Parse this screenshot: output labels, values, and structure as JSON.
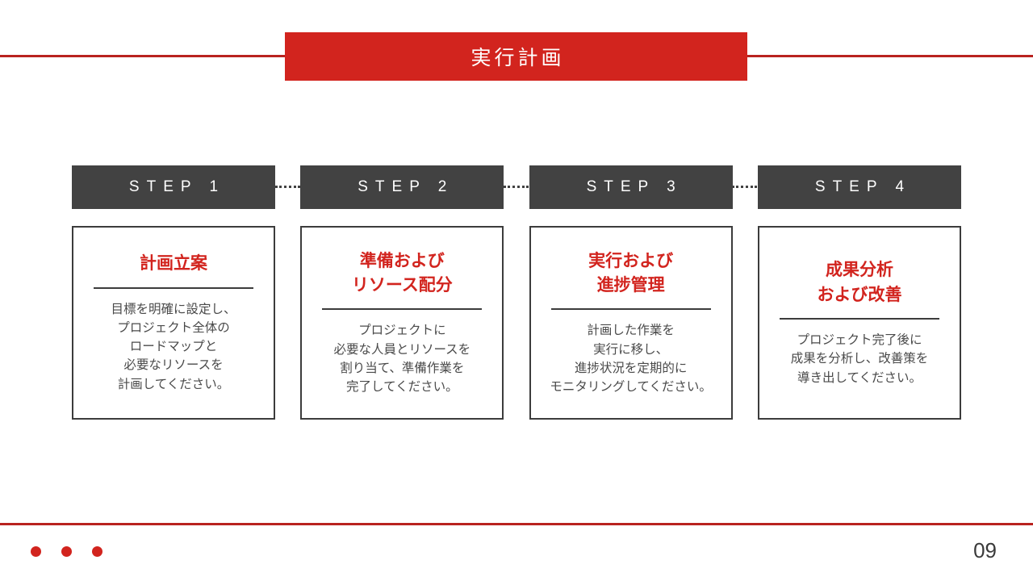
{
  "slide": {
    "title": "実行計画",
    "page_number": "09"
  },
  "colors": {
    "accent_red": "#d2241e",
    "rule_red": "#b9231f",
    "step_header_bg": "#424242",
    "card_border": "#3c3c3c",
    "body_text": "#4a4a4a"
  },
  "steps": [
    {
      "label": "STEP 1",
      "title_lines": [
        "計画立案"
      ],
      "body_lines": [
        "目標を明確に設定し、",
        "プロジェクト全体の",
        "ロードマップと",
        "必要なリソースを",
        "計画してください。"
      ]
    },
    {
      "label": "STEP 2",
      "title_lines": [
        "準備および",
        "リソース配分"
      ],
      "body_lines": [
        "プロジェクトに",
        "必要な人員とリソースを",
        "割り当て、準備作業を",
        "完了してください。"
      ]
    },
    {
      "label": "STEP 3",
      "title_lines": [
        "実行および",
        "進捗管理"
      ],
      "body_lines": [
        "計画した作業を",
        "実行に移し、",
        "進捗状況を定期的に",
        "モニタリングしてください。"
      ]
    },
    {
      "label": "STEP 4",
      "title_lines": [
        "成果分析",
        "および改善"
      ],
      "body_lines": [
        "プロジェクト完了後に",
        "成果を分析し、改善策を",
        "導き出してください。"
      ]
    }
  ],
  "footer": {
    "decoration_dot_count": 3
  }
}
